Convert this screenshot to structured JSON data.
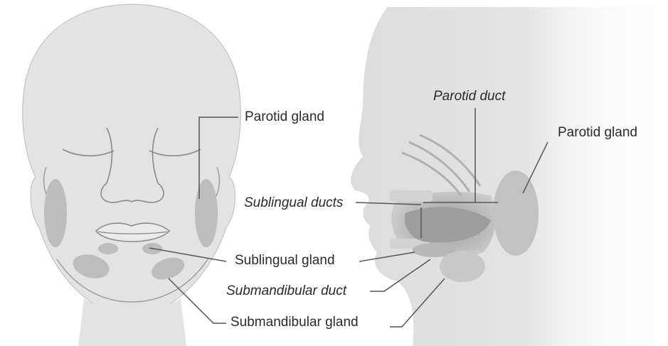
{
  "labels": {
    "front_parotid_gland": "Parotid gland",
    "sublingual_gland": "Sublingual gland",
    "submandibular_gland": "Submandibular gland",
    "parotid_duct": "Parotid duct",
    "side_parotid_gland": "Parotid gland",
    "sublingual_ducts": "Sublingual ducts",
    "submandibular_duct": "Submandibular duct"
  },
  "colors": {
    "head": "#e3e3e3",
    "outline": "#8a8a8a",
    "gland": "#bdbdbd",
    "leader": "#555555",
    "text": "#2a2a2a"
  }
}
